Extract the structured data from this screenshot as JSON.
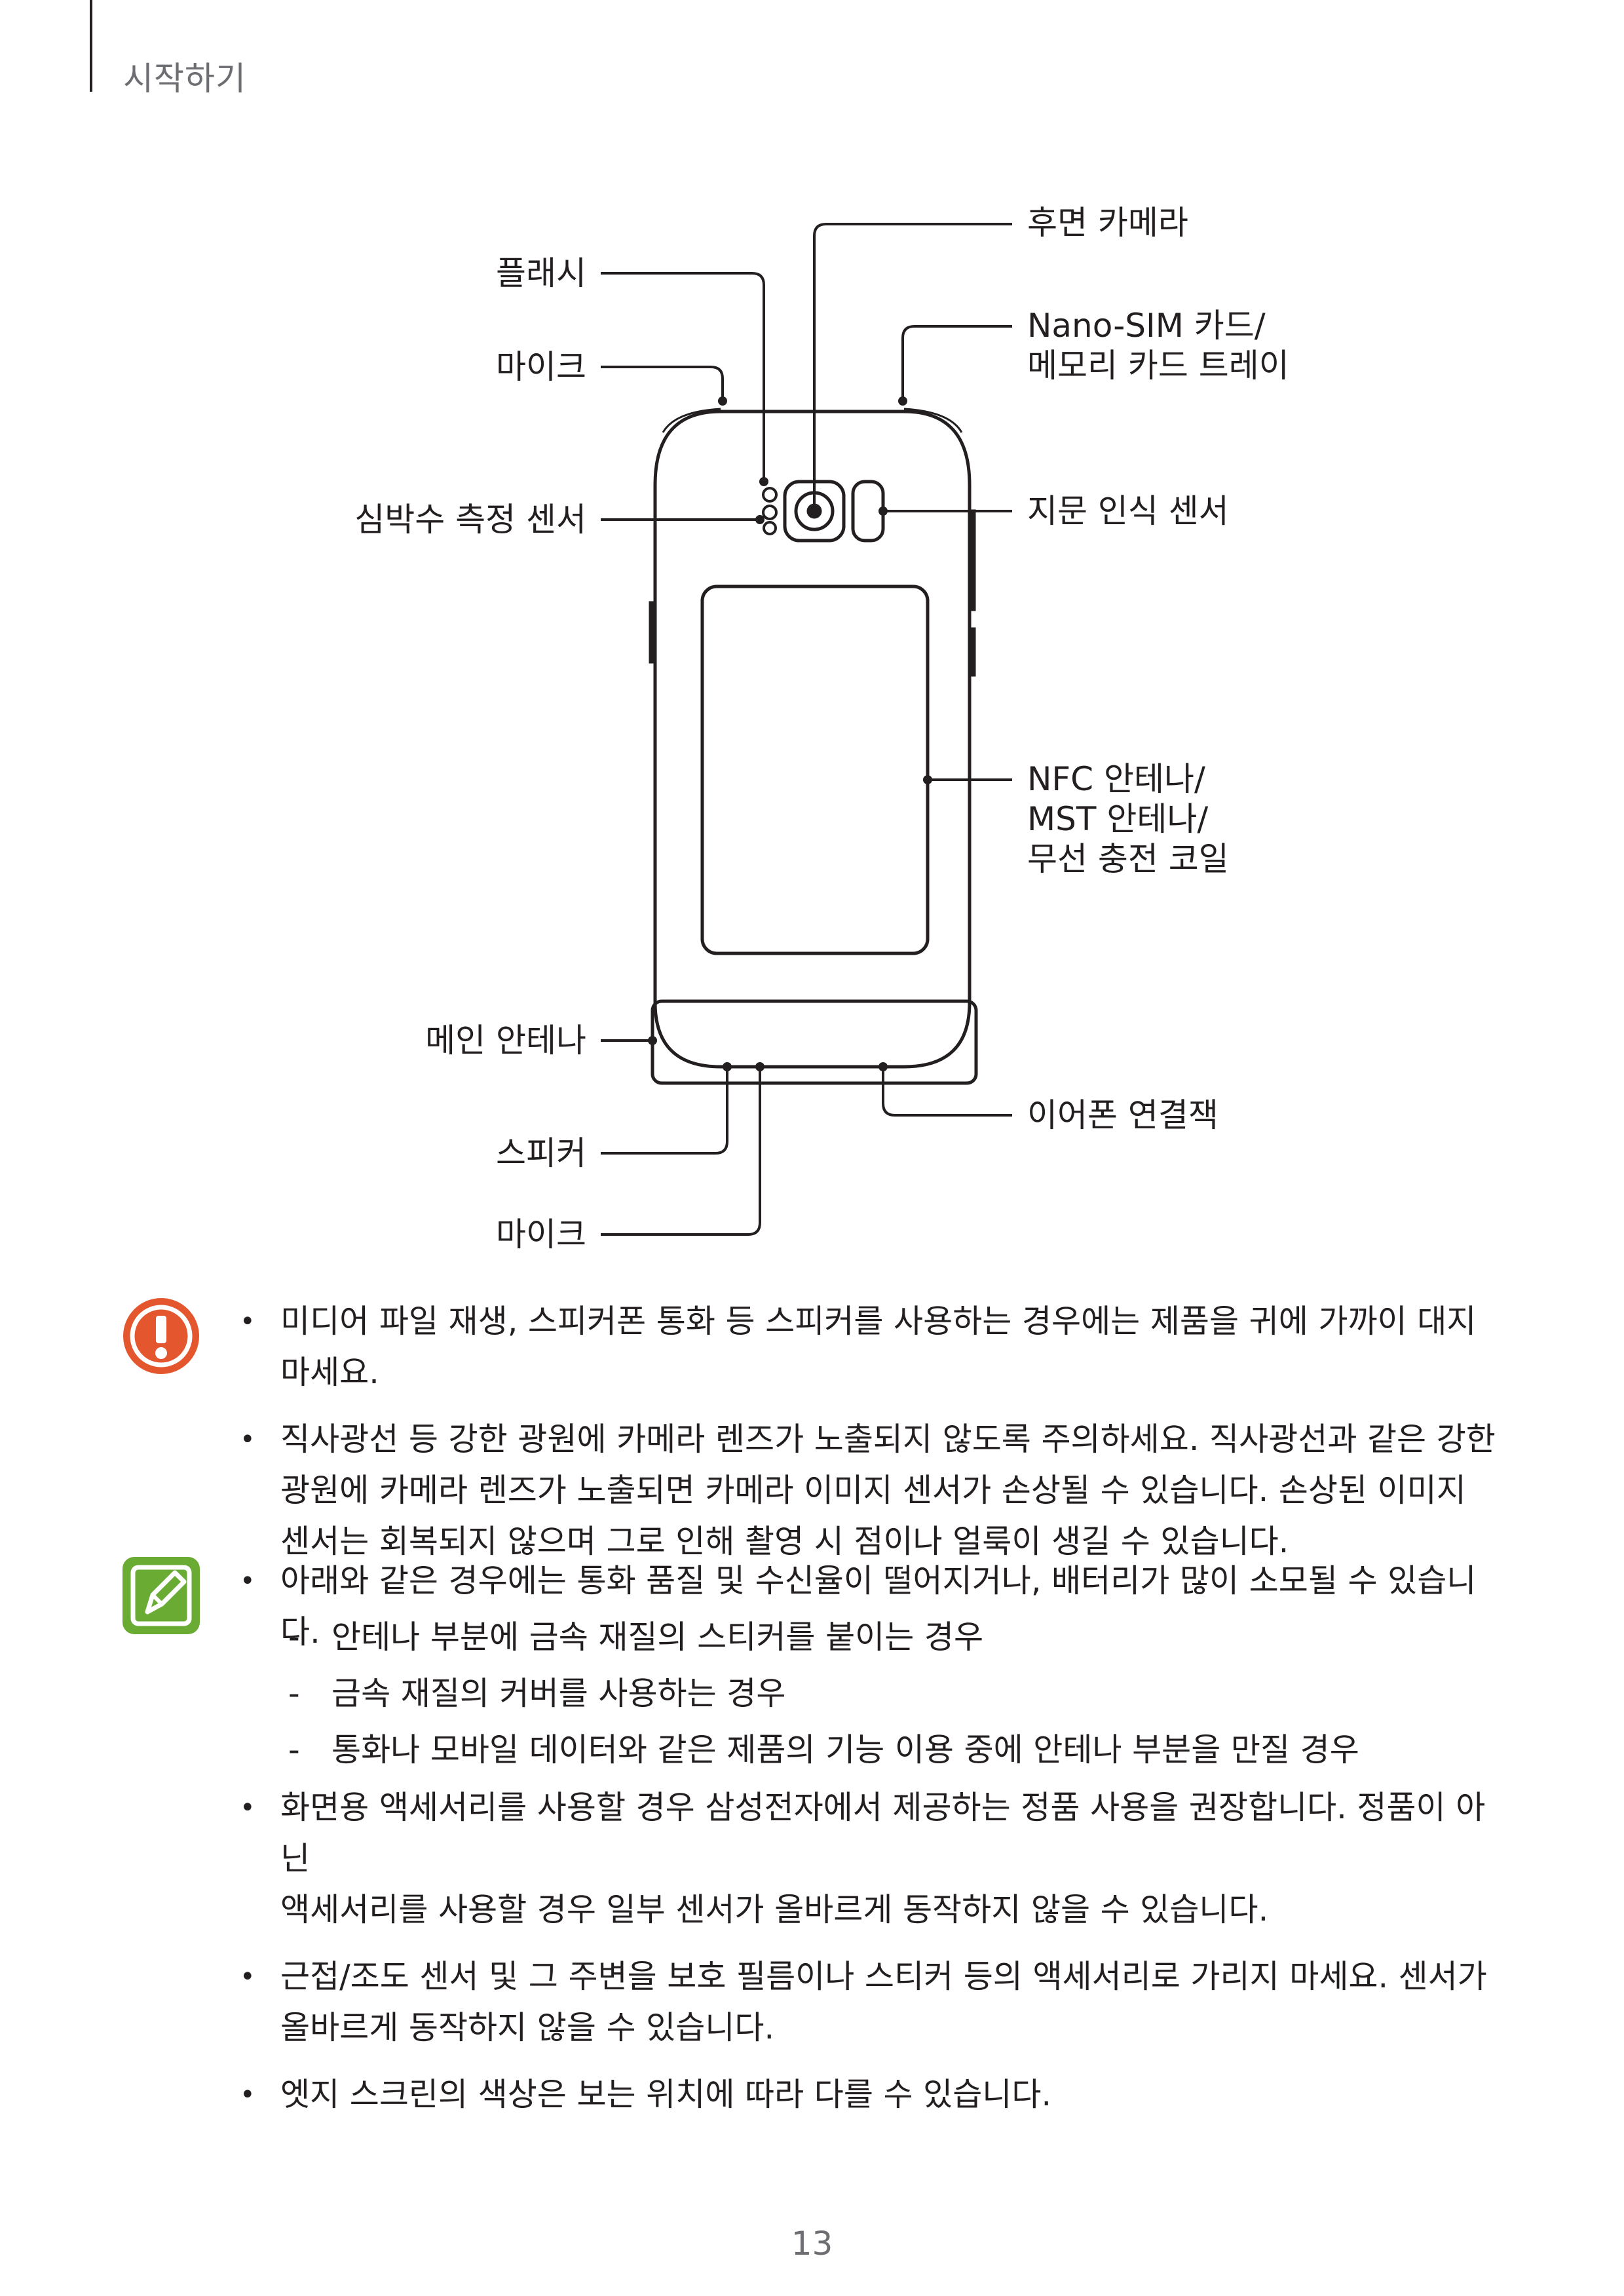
{
  "header": {
    "section_title": "시작하기"
  },
  "diagram": {
    "labels": {
      "rear_camera": "후면 카메라",
      "flash": "플래시",
      "mic_top": "마이크",
      "sim_tray_line1": "Nano-SIM 카드/",
      "sim_tray_line2": "메모리 카드 트레이",
      "heart_rate_sensor": "심박수 측정 센서",
      "fingerprint_sensor": "지문 인식 센서",
      "nfc_line1": "NFC 안테나/",
      "nfc_line2": "MST 안테나/",
      "nfc_line3": "무선 충전 코일",
      "main_antenna": "메인 안테나",
      "earphone_jack": "이어폰 연결잭",
      "speaker": "스피커",
      "mic_bottom": "마이크"
    }
  },
  "caution": {
    "icon": "caution-icon",
    "icon_color": "#e4572e",
    "items": [
      {
        "line1": "미디어 파일 재생, 스피커폰 통화 등 스피커를 사용하는 경우에는 제품을 귀에 가까이 대지",
        "line2": "마세요."
      },
      {
        "line1": "직사광선 등 강한 광원에 카메라 렌즈가 노출되지 않도록 주의하세요. 직사광선과 같은 강한",
        "line2": "광원에 카메라 렌즈가 노출되면 카메라 이미지 센서가 손상될 수 있습니다. 손상된 이미지",
        "line3": "센서는 회복되지 않으며 그로 인해 촬영 시 점이나 얼룩이 생길 수 있습니다."
      }
    ]
  },
  "note": {
    "icon": "note-pencil-icon",
    "icon_color": "#6aab34",
    "item1": "아래와 같은 경우에는 통화 품질 및 수신율이 떨어지거나, 배터리가 많이 소모될 수 있습니다.",
    "subitems": [
      "안테나 부분에 금속 재질의 스티커를 붙이는 경우",
      "금속 재질의 커버를 사용하는 경우",
      "통화나 모바일 데이터와 같은 제품의 기능 이용 중에 안테나 부분을 만질 경우"
    ],
    "item2_line1": "화면용 액세서리를 사용할 경우 삼성전자에서 제공하는 정품 사용을 권장합니다. 정품이 아닌",
    "item2_line2": "액세서리를 사용할 경우 일부 센서가 올바르게 동작하지 않을 수 있습니다.",
    "item3_line1": "근접/조도 센서 및 그 주변을 보호 필름이나 스티커 등의 액세서리로 가리지 마세요. 센서가",
    "item3_line2": "올바르게 동작하지 않을 수 있습니다.",
    "item4": "엣지 스크린의 색상은 보는 위치에 따라 다를 수 있습니다."
  },
  "footer": {
    "page_number": "13"
  }
}
